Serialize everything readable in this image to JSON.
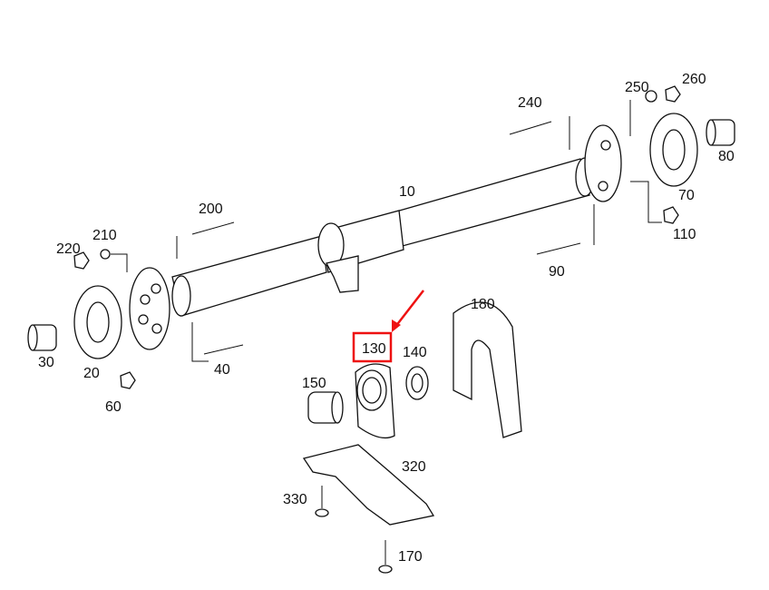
{
  "diagram": {
    "highlight_color": "#ee1111",
    "highlighted_part": "130",
    "labels": {
      "p10": "10",
      "p20": "20",
      "p30": "30",
      "p40": "40",
      "p60": "60",
      "p70": "70",
      "p80": "80",
      "p90": "90",
      "p110": "110",
      "p130": "130",
      "p140": "140",
      "p150": "150",
      "p170": "170",
      "p180": "180",
      "p200": "200",
      "p210": "210",
      "p220": "220",
      "p240": "240",
      "p250": "250",
      "p260": "260",
      "p320": "320",
      "p330": "330"
    }
  }
}
